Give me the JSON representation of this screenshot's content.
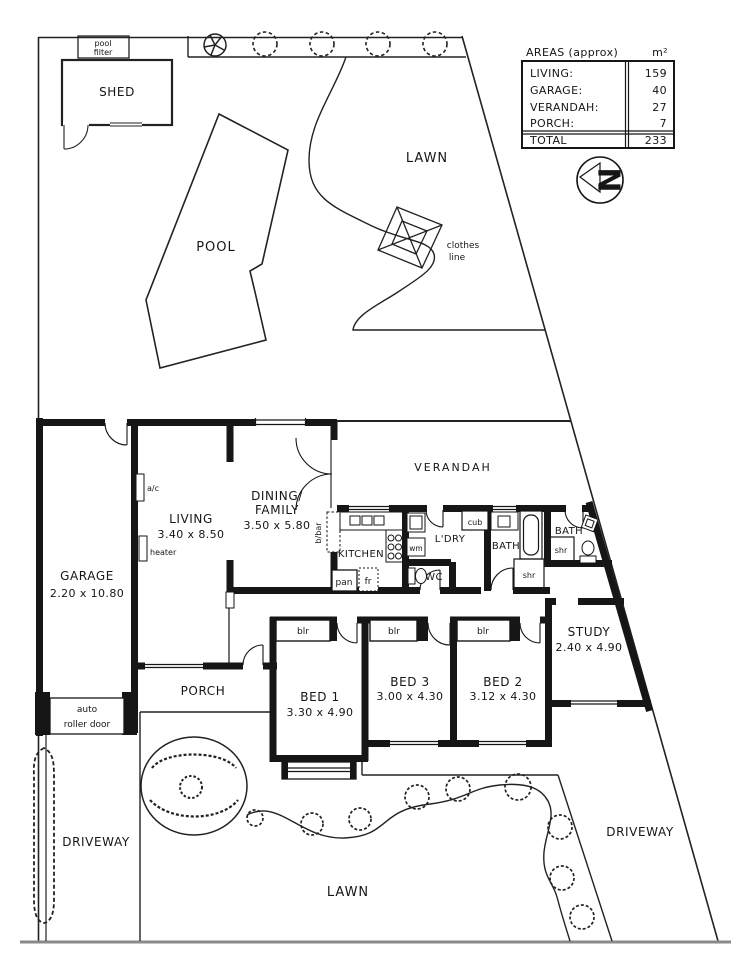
{
  "site": {
    "lawn_top": "LAWN",
    "lawn_bottom": "LAWN",
    "pool": "POOL",
    "shed": "SHED",
    "pool_filter_line1": "pool",
    "pool_filter_line2": "filter",
    "clothes_line_line1": "clothes",
    "clothes_line_line2": "line",
    "driveway_left": "DRIVEWAY",
    "driveway_right": "DRIVEWAY",
    "verandah": "VERANDAH",
    "porch": "PORCH"
  },
  "areas_table": {
    "title": "AREAS (approx)",
    "unit": "m²",
    "rows": [
      {
        "label": "LIVING:",
        "value": "159"
      },
      {
        "label": "GARAGE:",
        "value": "40"
      },
      {
        "label": "VERANDAH:",
        "value": "27"
      },
      {
        "label": "PORCH:",
        "value": "7"
      }
    ],
    "total": {
      "label": "TOTAL",
      "value": "233"
    }
  },
  "compass": {
    "letter": "N"
  },
  "rooms": {
    "garage": {
      "name": "GARAGE",
      "dims": "2.20 x 10.80"
    },
    "living": {
      "name": "LIVING",
      "dims": "3.40 x 8.50"
    },
    "dining": {
      "name_line1": "DINING/",
      "name_line2": "FAMILY",
      "dims": "3.50 x 5.80"
    },
    "kitchen": {
      "name": "KITCHEN"
    },
    "laundry": {
      "name": "L'DRY"
    },
    "wc": {
      "name": "WC"
    },
    "bath": {
      "name": "BATH"
    },
    "bath2": {
      "name": "BATH"
    },
    "study": {
      "name": "STUDY",
      "dims": "2.40 x 4.90"
    },
    "bed1": {
      "name": "BED 1",
      "dims": "3.30 x 4.90"
    },
    "bed2": {
      "name": "BED 2",
      "dims": "3.12 x 4.30"
    },
    "bed3": {
      "name": "BED 3",
      "dims": "3.00 x 4.30"
    }
  },
  "fixtures": {
    "ac": "a/c",
    "heater": "heater",
    "bbar": "b/bar",
    "pan": "pan",
    "fridge": "fr",
    "wm": "wm",
    "cub": "cub",
    "shr": "shr",
    "blr": "blr",
    "roller_line1": "auto",
    "roller_line2": "roller door"
  },
  "colors": {
    "ink": "#161616",
    "street_line": "#8a8a8a"
  }
}
